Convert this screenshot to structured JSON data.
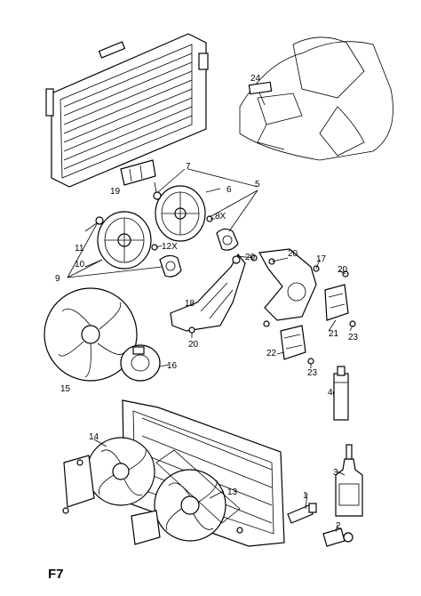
{
  "sheet": {
    "label": "F7"
  },
  "callouts": {
    "c1": "1",
    "c2": "2",
    "c3": "3",
    "c4": "4",
    "c5": "5",
    "c6": "6",
    "c7": "7",
    "c8x": "8X",
    "c9": "9",
    "c10": "10",
    "c11": "11",
    "c12x": "12X",
    "c13": "13",
    "c14": "14",
    "c15": "15",
    "c16": "16",
    "c17": "17",
    "c18": "18",
    "c19": "19",
    "c20a": "20",
    "c20b": "20",
    "c20c": "20",
    "c20d": "20",
    "c21": "21",
    "c22": "22",
    "c23a": "23",
    "c23b": "23",
    "c24": "24"
  }
}
